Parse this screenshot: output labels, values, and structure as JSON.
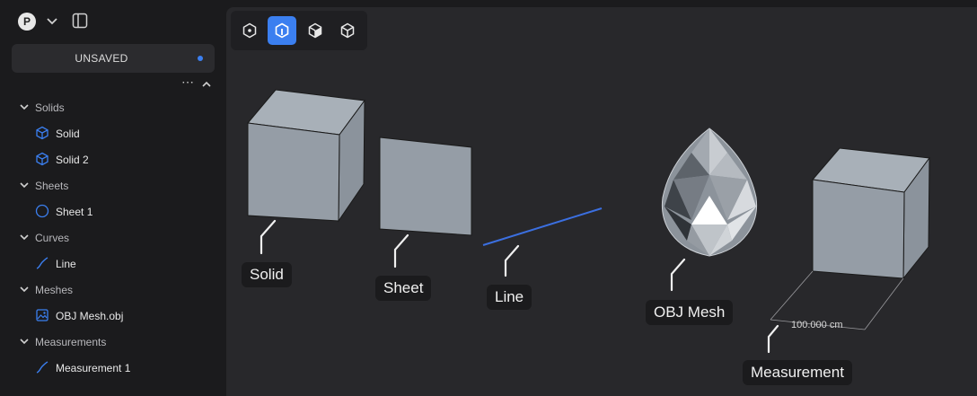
{
  "header": {
    "avatar_letter": "P"
  },
  "status": {
    "label": "UNSAVED",
    "dot_color": "#3b7ff0"
  },
  "tree_tools": {
    "more": "⋯"
  },
  "tree": [
    {
      "group": "Solids",
      "items": [
        {
          "label": "Solid",
          "icon": "cube-outline-icon"
        },
        {
          "label": "Solid 2",
          "icon": "cube-outline-icon"
        }
      ]
    },
    {
      "group": "Sheets",
      "items": [
        {
          "label": "Sheet 1",
          "icon": "circle-outline-icon"
        }
      ]
    },
    {
      "group": "Curves",
      "items": [
        {
          "label": "Line",
          "icon": "curve-icon"
        }
      ]
    },
    {
      "group": "Meshes",
      "items": [
        {
          "label": "OBJ Mesh.obj",
          "icon": "image-icon"
        }
      ]
    },
    {
      "group": "Measurements",
      "items": [
        {
          "label": "Measurement 1",
          "icon": "curve-icon"
        }
      ]
    }
  ],
  "toolbar": {
    "buttons": [
      "point-mode-icon",
      "face-mode-icon",
      "solid-mode-icon",
      "wireframe-mode-icon"
    ],
    "active_index": 1
  },
  "scene": {
    "labels": {
      "solid": "Solid",
      "sheet": "Sheet",
      "line": "Line",
      "mesh": "OBJ Mesh",
      "measurement": "Measurement"
    },
    "dimension": "100.000 cm",
    "line_color": "#3b6fe0"
  }
}
